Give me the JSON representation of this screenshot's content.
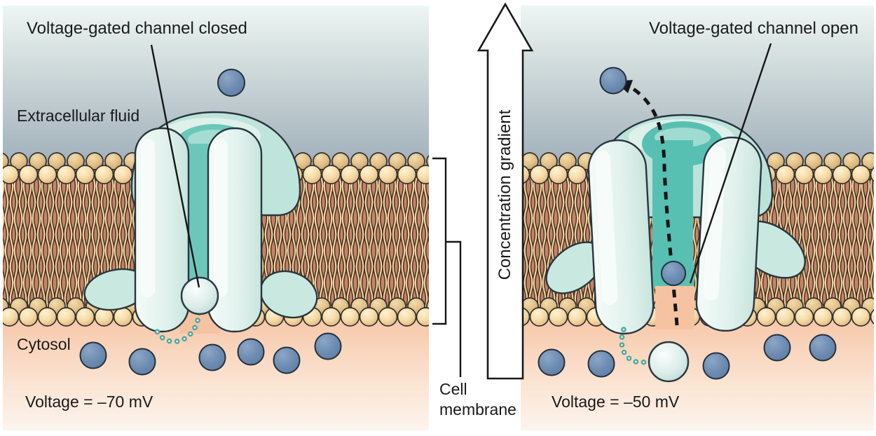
{
  "figure": {
    "type": "membrane-physiology-diagram",
    "panels": {
      "left": {
        "title": "Voltage-gated channel closed",
        "extracellular_label": "Extracellular fluid",
        "cytosol_label": "Cytosol",
        "voltage_label": "Voltage = –70 mV",
        "channel_state": "closed"
      },
      "right": {
        "title": "Voltage-gated channel open",
        "voltage_label": "Voltage = –50 mV",
        "channel_state": "open"
      }
    },
    "center": {
      "arrow_label": "Concentration gradient",
      "arrow_direction": "up",
      "membrane_label": "Cell membrane"
    },
    "ions": {
      "left_extracellular_count": 1,
      "left_cytosol_count": 6,
      "right_extracellular_count": 1,
      "right_pore_count": 1,
      "right_cytosol_count": 5
    },
    "colors": {
      "extracellular_top": "#edf6f3",
      "extracellular_bottom": "#a3b2bd",
      "cytosol_top": "#f7c9ab",
      "cytosol_bottom": "#fdf5ef",
      "lipid_head_tan": "#f5d9a4",
      "lipid_tail_bg": "#c5836a",
      "lipid_tail_strand": "#eccf9b",
      "channel_body_teal": "#c9e8e0",
      "channel_pore_teal": "#5fc2b5",
      "ion_blue": "#6d8cb1",
      "gate_ball": "#dcedea",
      "outline": "#1a1a1a"
    }
  }
}
